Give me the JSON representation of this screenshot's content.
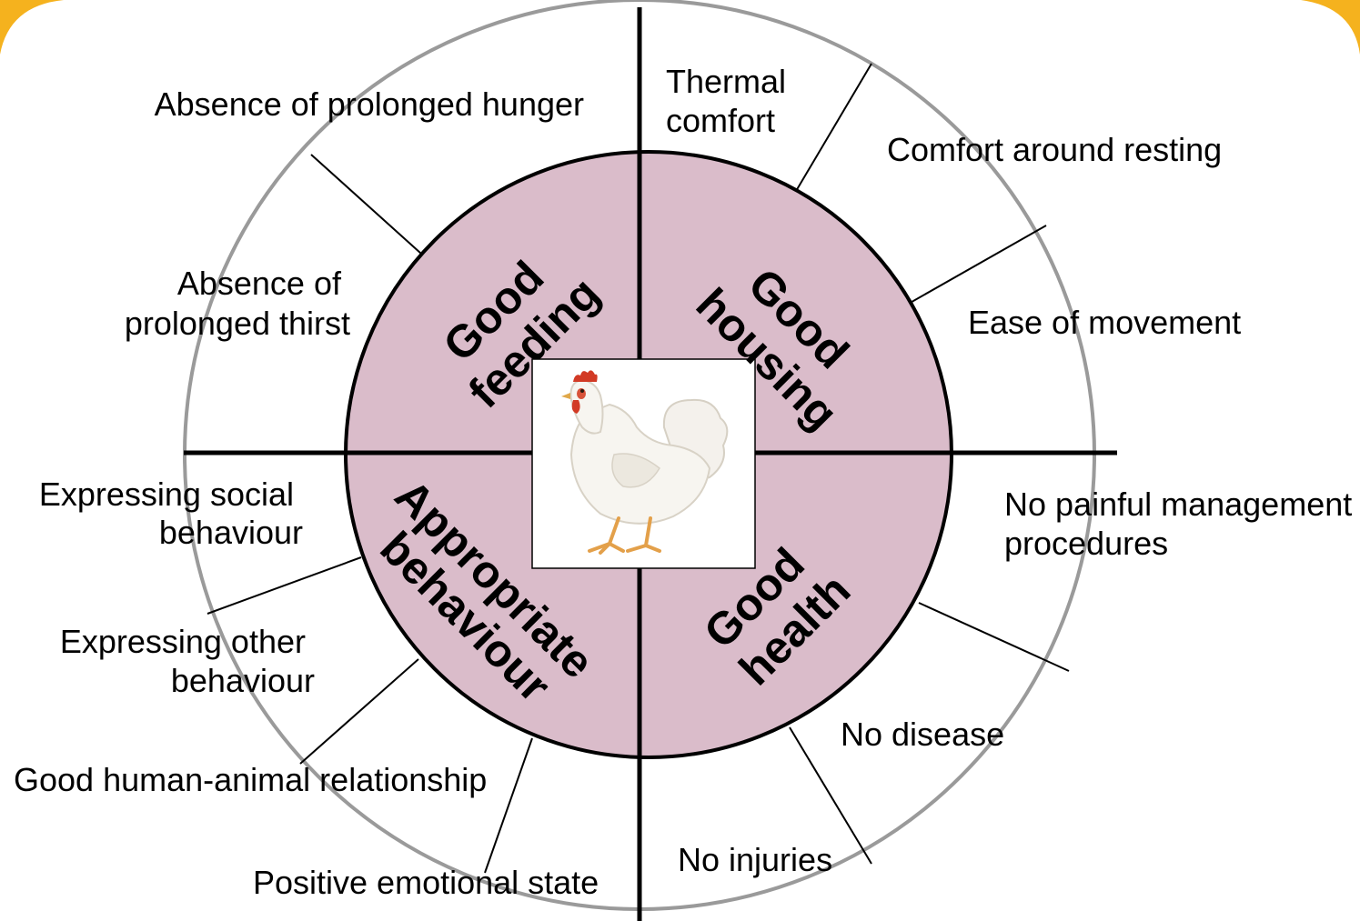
{
  "colors": {
    "frame_accent": "#F5B21E",
    "outer_ring_stroke": "#9A9A9A",
    "inner_fill": "#DABCCA",
    "divider": "#000000",
    "text": "#000000"
  },
  "center_image": {
    "icon": "white-hen-icon"
  },
  "principles": {
    "good_feeding": [
      "Good",
      "feeding"
    ],
    "good_housing": [
      "Good",
      "housing"
    ],
    "good_health": [
      "Good",
      "health"
    ],
    "appropriate_behaviour": [
      "Appropriate",
      "behaviour"
    ]
  },
  "criteria": {
    "absence_hunger": [
      "Absence of prolonged hunger"
    ],
    "absence_thirst": [
      "Absence of",
      "prolonged thirst"
    ],
    "thermal_comfort": [
      "Thermal",
      "comfort"
    ],
    "comfort_resting": [
      "Comfort around resting"
    ],
    "ease_movement": [
      "Ease of movement"
    ],
    "no_painful": [
      "No painful management",
      "procedures"
    ],
    "no_disease": [
      "No disease"
    ],
    "no_injuries": [
      "No injuries"
    ],
    "social_behaviour": [
      "Expressing social",
      "behaviour"
    ],
    "other_behaviour": [
      "Expressing other",
      "behaviour"
    ],
    "human_animal": [
      "Good human-animal relationship"
    ],
    "positive_emotional": [
      "Positive emotional state"
    ]
  }
}
